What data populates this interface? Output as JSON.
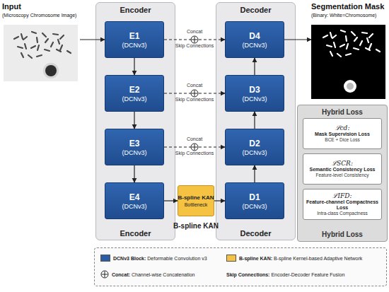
{
  "diagram": {
    "nodes": [
      {
        "text": [
          "Input",
          "(Microscopy Chromosome Image)"
        ]
      },
      {
        "text": [
          "Encoder",
          "Encoder"
        ]
      },
      {
        "text": [
          "E1",
          "(DCNv3)"
        ],
        "in": 1
      },
      {
        "text": [
          "E2",
          "(DCNv3)"
        ],
        "in": 1
      },
      {
        "text": [
          "E3",
          "(DCNv3)"
        ],
        "in": 1
      },
      {
        "text": [
          "E4",
          "(DCNv3)"
        ],
        "in": 1
      },
      {
        "text": [
          "B-spline KAN",
          "Bottleneck"
        ]
      },
      {
        "text": [
          "Decoder",
          "Decoder"
        ]
      },
      {
        "text": [
          "D4",
          "(DCNv3)"
        ],
        "in": 7
      },
      {
        "text": [
          "D3",
          "(DCNv3)"
        ],
        "in": 7
      },
      {
        "text": [
          "D2",
          "(DCNv3)"
        ],
        "in": 7
      },
      {
        "text": [
          "D1",
          "(DCNv3)"
        ],
        "in": 7
      },
      {
        "text": [
          "Segmentation Mask",
          "(Binary: White=Chromosome)"
        ]
      },
      {
        "text": [
          "Hybrid Loss",
          "Hybrid Loss"
        ]
      },
      {
        "text": [
          "ℒcd:",
          "Mask Supervision Loss",
          "BCE + Dice Loss"
        ],
        "in": 13
      },
      {
        "text": [
          "ℒSCR:",
          "Semantic Consistency Loss",
          "Feature-level Consistency"
        ],
        "in": 13
      },
      {
        "text": [
          "ℒIFD:",
          "Feature-channel Compactness Loss",
          "Intra-class Compactness"
        ],
        "in": 13
      }
    ],
    "edges": [
      {
        "from": 0,
        "to": 2,
        "arrow": "to"
      },
      {
        "from": 2,
        "to": 3,
        "arrow": "to"
      },
      {
        "from": 3,
        "to": 4,
        "arrow": "to"
      },
      {
        "from": 4,
        "to": 5,
        "arrow": "to"
      },
      {
        "from": 5,
        "to": 6,
        "arrow": "to"
      },
      {
        "from": 6,
        "to": 11,
        "arrow": "to"
      },
      {
        "from": 11,
        "to": 10,
        "arrow": "to"
      },
      {
        "from": 10,
        "to": 9,
        "arrow": "to"
      },
      {
        "from": 9,
        "to": 8,
        "arrow": "to"
      },
      {
        "from": 2,
        "to": 8,
        "label": "Concat",
        "arrow": "to"
      },
      {
        "from": 3,
        "to": 9,
        "label": "Concat",
        "arrow": "to"
      },
      {
        "from": 4,
        "to": 10,
        "label": "Concat",
        "arrow": "to"
      },
      {
        "from": 8,
        "to": 12,
        "arrow": "to"
      }
    ],
    "labels": [
      "Skip Connections",
      "Skip Connections",
      "Skip Connections",
      "B-spline KAN"
    ],
    "legend": [
      {
        "text": "DCNv3 Block: Deformable Convolution v3",
        "color": "#2b5ca6"
      },
      {
        "text": "B-spline KAN: B-spline Kernel-based Adaptive Network",
        "color": "#f5c242"
      },
      {
        "text": "Concat: Channel-wise Concatenation"
      },
      {
        "text": "Skip Connections: Encoder-Decoder Feature Fusion"
      }
    ]
  }
}
